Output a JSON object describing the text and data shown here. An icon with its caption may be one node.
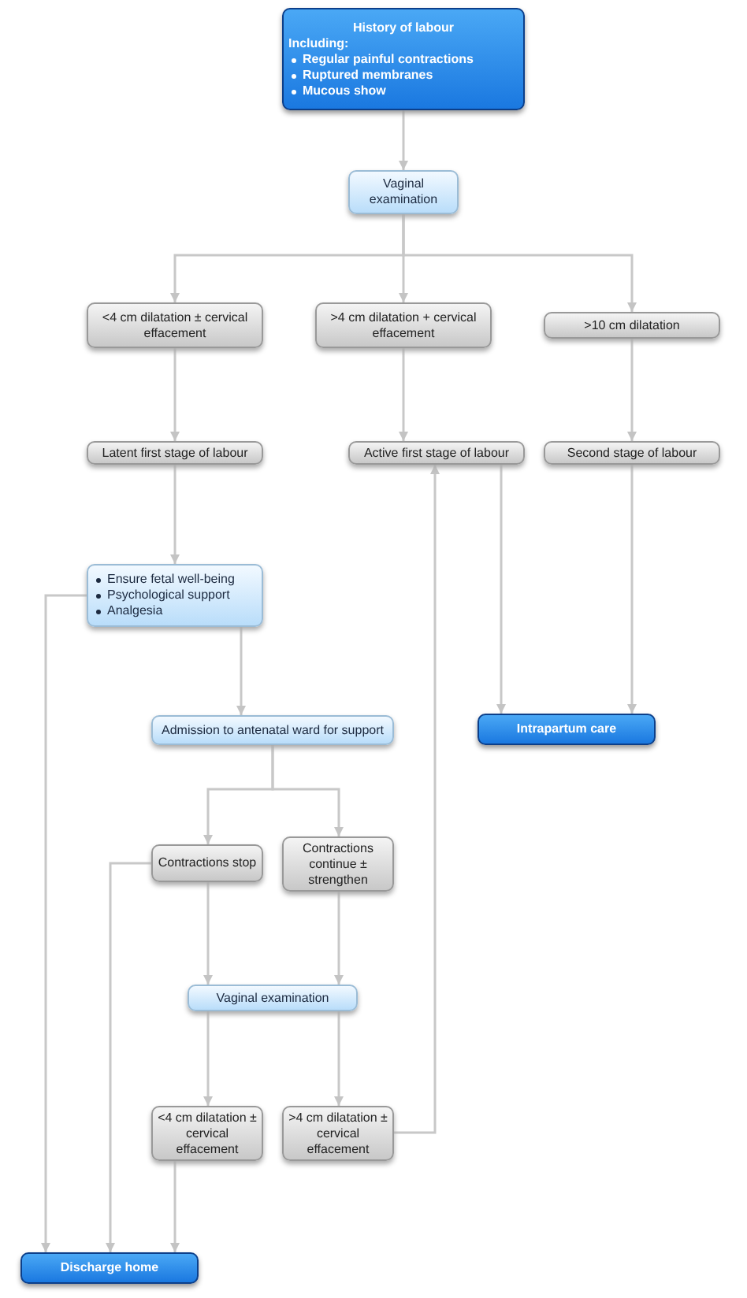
{
  "diagram": {
    "nodes": [
      {
        "text": [
          "History of labour",
          "Including:",
          "Regular painful contractions",
          "Ruptured membranes",
          "Mucous show"
        ]
      },
      {
        "text": [
          "Vaginal examination"
        ]
      },
      {
        "text": [
          "<4 cm dilatation ± cervical effacement"
        ]
      },
      {
        "text": [
          ">4 cm dilatation + cervical effacement"
        ]
      },
      {
        "text": [
          ">10 cm dilatation"
        ]
      },
      {
        "text": [
          "Latent first stage of labour"
        ]
      },
      {
        "text": [
          "Active first stage of labour"
        ]
      },
      {
        "text": [
          "Second stage of labour"
        ]
      },
      {
        "text": [
          "Ensure fetal well-being",
          "Psychological support",
          "Analgesia"
        ]
      },
      {
        "text": [
          "Admission to antenatal ward for support"
        ]
      },
      {
        "text": [
          "Intrapartum care"
        ]
      },
      {
        "text": [
          "Contractions stop"
        ]
      },
      {
        "text": [
          "Contractions continue ± strengthen"
        ]
      },
      {
        "text": [
          "Vaginal examination"
        ]
      },
      {
        "text": [
          "<4 cm dilatation ± cervical effacement"
        ]
      },
      {
        "text": [
          ">4 cm dilatation ± cervical effacement"
        ]
      },
      {
        "text": [
          "Discharge home"
        ]
      }
    ],
    "edges": [
      {
        "from": 0,
        "to": 1,
        "arrow": "to"
      },
      {
        "from": 1,
        "to": 2,
        "arrow": "to"
      },
      {
        "from": 1,
        "to": 3,
        "arrow": "to"
      },
      {
        "from": 1,
        "to": 4,
        "arrow": "to"
      },
      {
        "from": 2,
        "to": 5,
        "arrow": "to"
      },
      {
        "from": 3,
        "to": 6,
        "arrow": "to"
      },
      {
        "from": 4,
        "to": 7,
        "arrow": "to"
      },
      {
        "from": 5,
        "to": 8,
        "arrow": "to"
      },
      {
        "from": 6,
        "to": 10,
        "arrow": "to"
      },
      {
        "from": 7,
        "to": 10,
        "arrow": "to"
      },
      {
        "from": 8,
        "to": 9,
        "arrow": "to"
      },
      {
        "from": 8,
        "to": 16,
        "arrow": "to"
      },
      {
        "from": 9,
        "to": 11,
        "arrow": "to"
      },
      {
        "from": 9,
        "to": 12,
        "arrow": "to"
      },
      {
        "from": 11,
        "to": 16,
        "arrow": "to"
      },
      {
        "from": 11,
        "to": 13,
        "arrow": "to"
      },
      {
        "from": 12,
        "to": 13,
        "arrow": "to"
      },
      {
        "from": 13,
        "to": 14,
        "arrow": "to"
      },
      {
        "from": 13,
        "to": 15,
        "arrow": "to"
      },
      {
        "from": 14,
        "to": 16,
        "arrow": "to"
      },
      {
        "from": 15,
        "to": 6,
        "arrow": "to"
      }
    ]
  }
}
